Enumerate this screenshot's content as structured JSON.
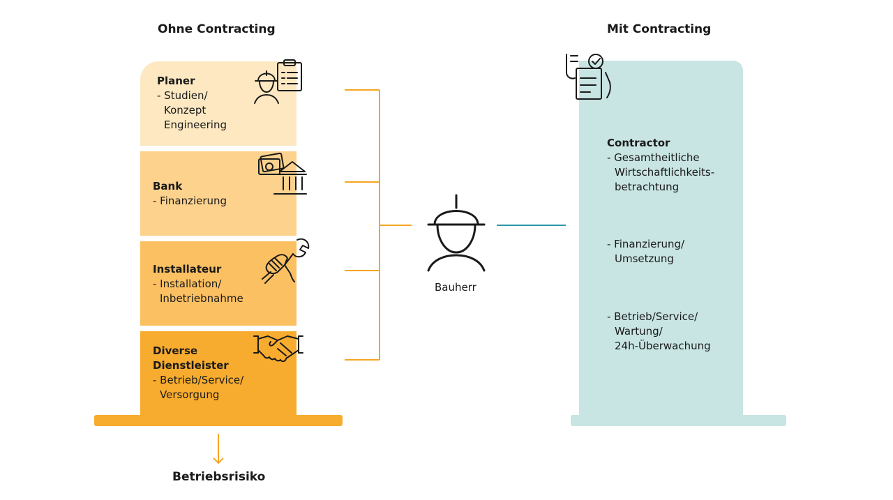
{
  "headings": {
    "left": "Ohne Contracting",
    "right": "Mit Contracting"
  },
  "colors": {
    "planer": "#fde8c2",
    "bank": "#fdd28d",
    "installateur": "#fbc062",
    "diverse": "#f8ac2f",
    "base_left": "#f8ac2f",
    "teal": "#c8e4e3",
    "connector_orange": "#f6a623",
    "connector_teal": "#2f9aa8"
  },
  "left_blocks": [
    {
      "title": "Planer",
      "lines": [
        "- Studien/",
        "Konzept",
        "Engineering"
      ],
      "icon": "engineer-clipboard-icon"
    },
    {
      "title": "Bank",
      "lines": [
        "- Finanzierung"
      ],
      "icon": "bank-money-icon"
    },
    {
      "title": "Installateur",
      "lines": [
        "- Installation/",
        "Inbetriebnahme"
      ],
      "icon": "wrench-hand-icon"
    },
    {
      "title": "Diverse",
      "title2": "Dienstleister",
      "lines": [
        "- Betrieb/Service/",
        "Versorgung"
      ],
      "icon": "handshake-icon"
    }
  ],
  "center": {
    "label": "Bauherr",
    "icon": "hardhat-person-icon"
  },
  "right_block": {
    "title": "Contractor",
    "group1": [
      "- Gesamtheitliche",
      "Wirtschaftlichkeits-",
      "betrachtung"
    ],
    "group2": [
      "- Finanzierung/",
      "Umsetzung"
    ],
    "group3": [
      "- Betrieb/Service/",
      "Wartung/",
      "24h-Überwachung"
    ],
    "icon": "checklist-hand-icon"
  },
  "bottom": {
    "label": "Betriebsrisiko"
  }
}
